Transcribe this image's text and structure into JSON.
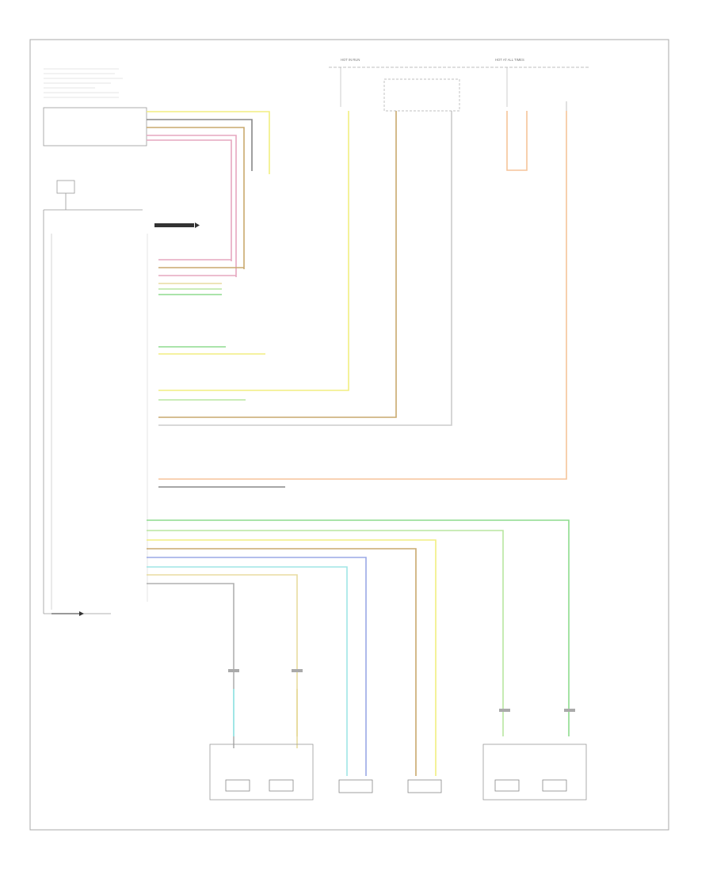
{
  "diagram": {
    "footer_code": "",
    "hot_labels": [
      "HOT IN RUN",
      "HOT AT ALL TIMES"
    ],
    "fuse_block_title": "",
    "module_title": "",
    "ground_label": "",
    "speakers": [
      {
        "id": "left_front",
        "name": "",
        "wires": [
          "ltblu",
          "tan"
        ]
      },
      {
        "id": "right_rear",
        "name": "",
        "wires": [
          "cyan",
          "blue"
        ]
      },
      {
        "id": "left_rear",
        "name": "",
        "wires": [
          "brown",
          "yellow"
        ]
      },
      {
        "id": "right_front",
        "name": "",
        "wires": [
          "ltgrn",
          "dkgrn"
        ]
      }
    ],
    "wire_colors": {
      "yellow": "#f2ee80",
      "pink": "#e6a7bf",
      "brown": "#c9a96e",
      "orange": "#f5c49a",
      "green": "#8edc8e",
      "ltgreen": "#b8e6a0",
      "blue": "#9aa8e6",
      "cyan": "#a0e6e6",
      "gray": "#888888",
      "tan": "#e8dca0"
    }
  }
}
